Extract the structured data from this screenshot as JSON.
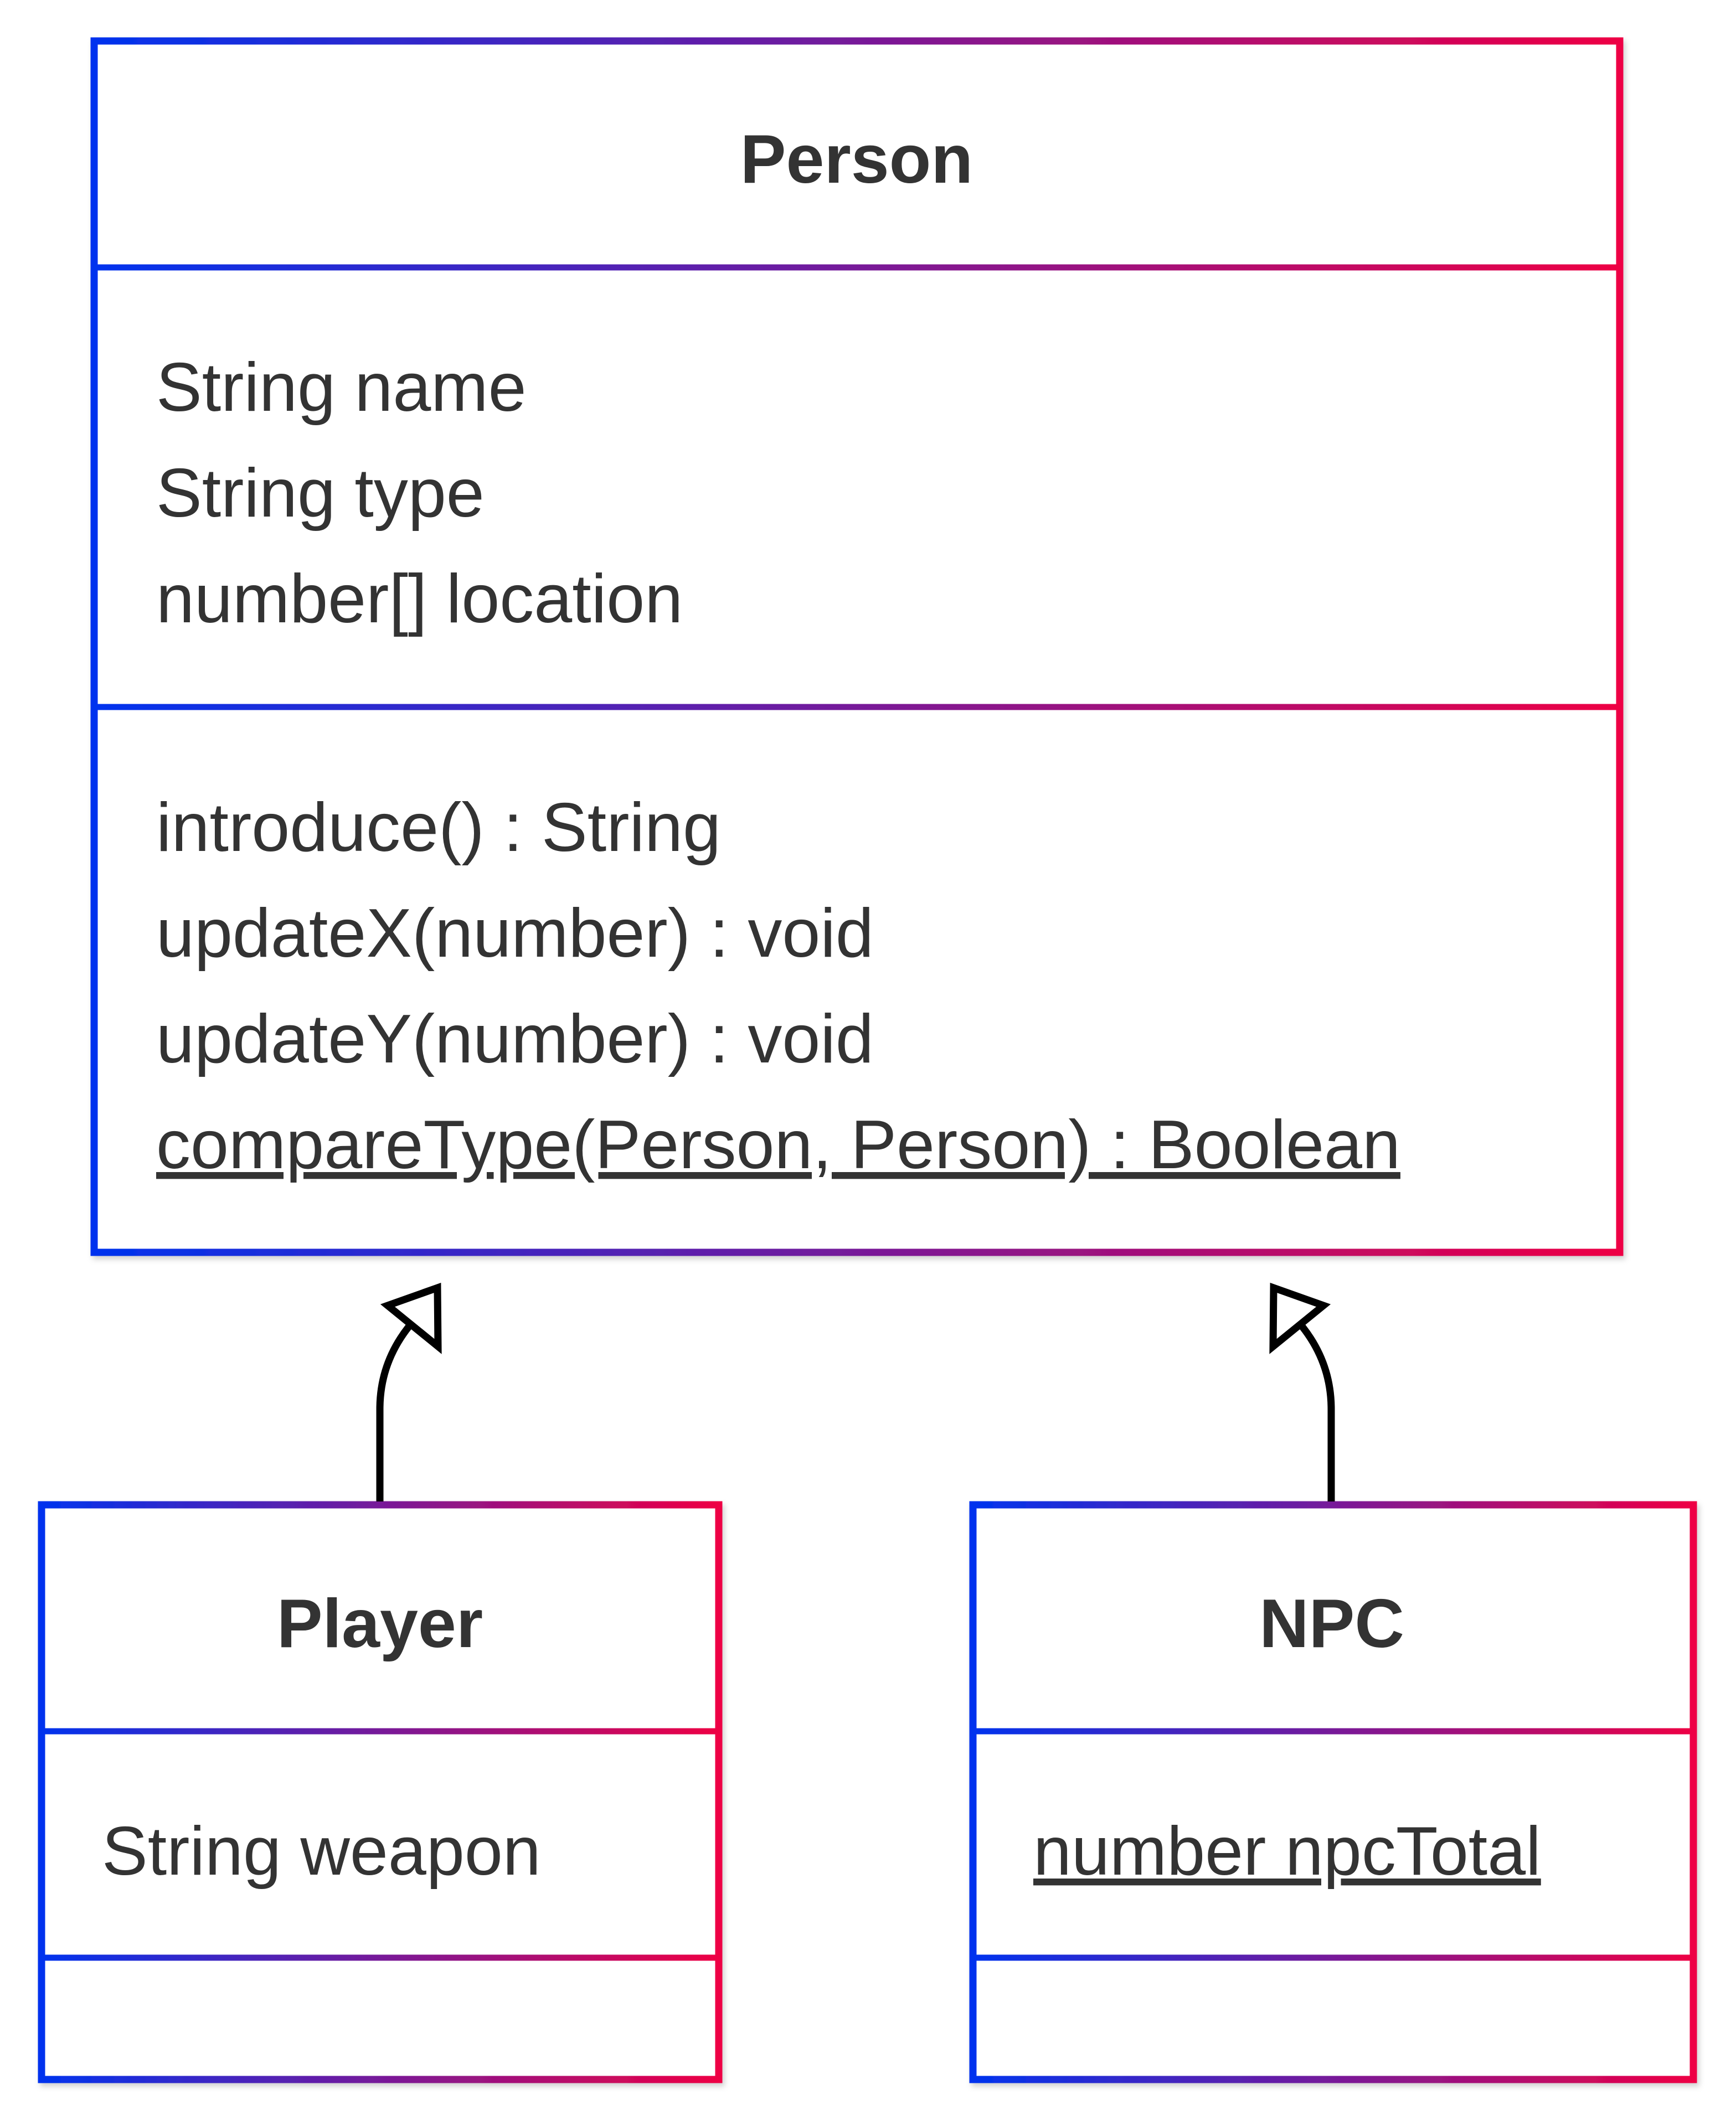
{
  "diagram": {
    "border_gradient": [
      "#0033ee",
      "#ee0044"
    ],
    "text_color": "#333333",
    "classes": {
      "person": {
        "name": "Person",
        "attributes": [
          "String name",
          "String type",
          "number[] location"
        ],
        "methods": [
          "introduce() : String",
          "updateX(number) : void",
          "updateY(number) : void"
        ],
        "static_method": "compareType(Person, Person) : Boolean"
      },
      "player": {
        "name": "Player",
        "attributes": [
          "String weapon"
        ]
      },
      "npc": {
        "name": "NPC",
        "static_attribute": "number npcTotal"
      }
    },
    "relations": [
      {
        "from": "Player",
        "to": "Person",
        "type": "inheritance"
      },
      {
        "from": "NPC",
        "to": "Person",
        "type": "inheritance"
      }
    ]
  }
}
